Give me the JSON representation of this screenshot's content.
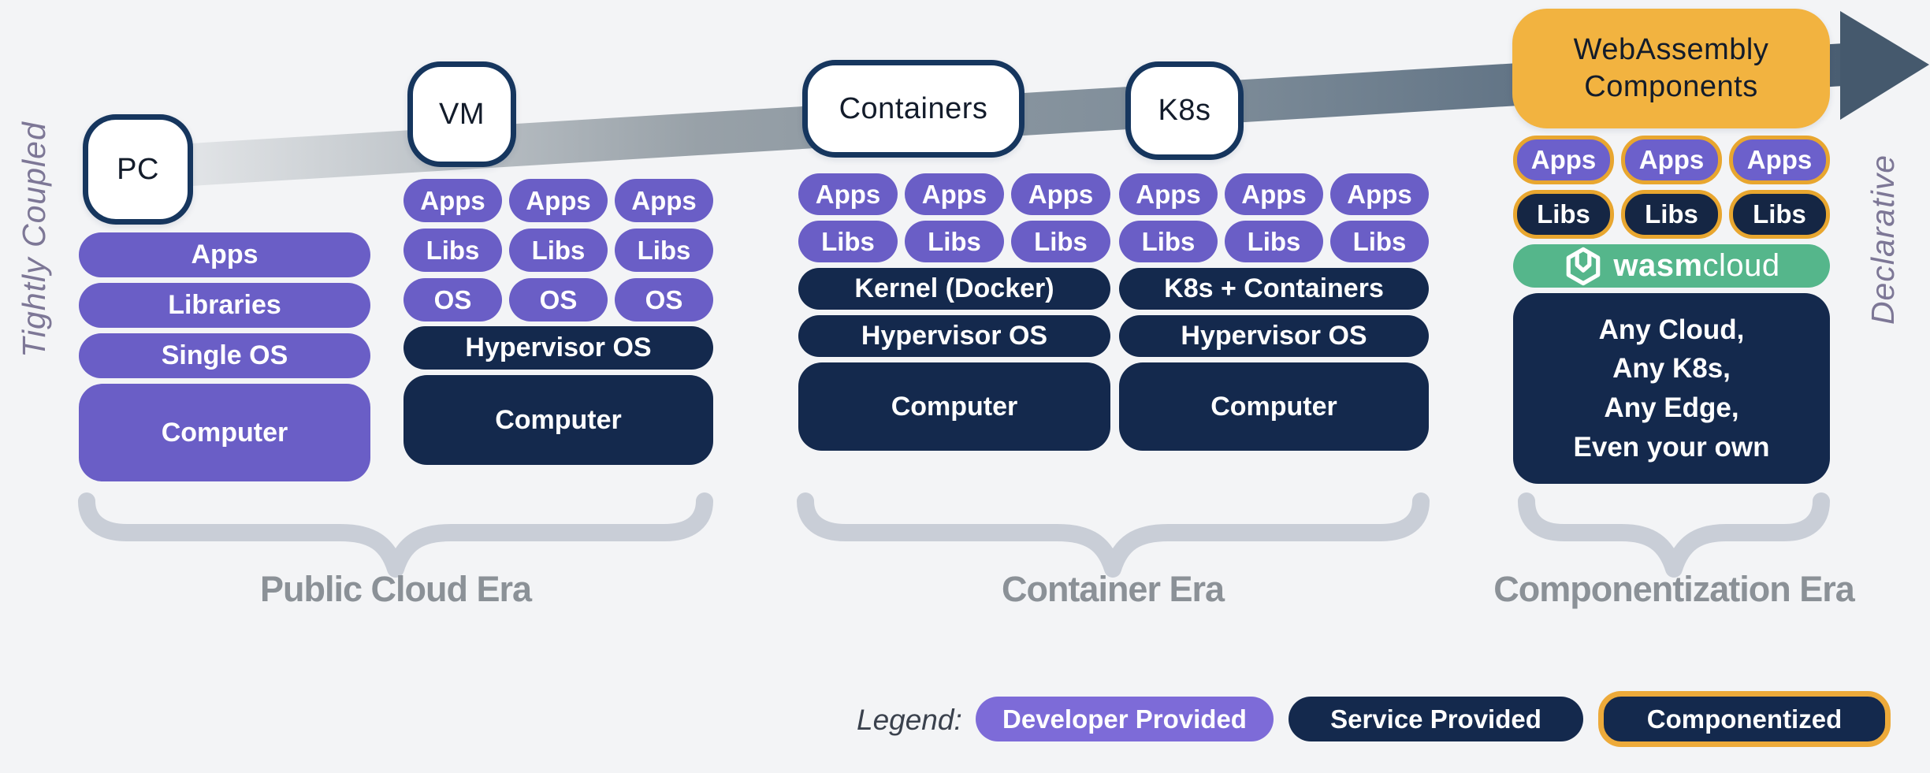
{
  "palette": {
    "background": "#f3f4f6",
    "developer_purple": "#6a5ec6",
    "legend_purple": "#7d6bd8",
    "service_navy": "#14294d",
    "componentized_orange": "#f2b340",
    "orange_border": "#e8a62f",
    "wasmcloud_green": "#55b68b",
    "arrow_dark": "#45596d",
    "brace_gray": "#c9ced7"
  },
  "side_labels": {
    "left": "Tightly Coupled",
    "right": "Declarative"
  },
  "bubbles": {
    "pc": "PC",
    "vm": "VM",
    "containers": "Containers",
    "k8s": "K8s",
    "wasm_line1": "WebAssembly",
    "wasm_line2": "Components"
  },
  "pc_stack": {
    "apps": "Apps",
    "libraries": "Libraries",
    "os": "Single OS",
    "computer": "Computer"
  },
  "vm_stack": {
    "apps": [
      "Apps",
      "Apps",
      "Apps"
    ],
    "libs": [
      "Libs",
      "Libs",
      "Libs"
    ],
    "os": [
      "OS",
      "OS",
      "OS"
    ],
    "hypervisor": "Hypervisor OS",
    "computer": "Computer"
  },
  "containers_stack": {
    "apps": [
      "Apps",
      "Apps",
      "Apps"
    ],
    "libs": [
      "Libs",
      "Libs",
      "Libs"
    ],
    "kernel": "Kernel (Docker)",
    "hypervisor": "Hypervisor OS",
    "computer": "Computer"
  },
  "k8s_stack": {
    "apps": [
      "Apps",
      "Apps",
      "Apps"
    ],
    "libs": [
      "Libs",
      "Libs",
      "Libs"
    ],
    "orchestrator": "K8s + Containers",
    "hypervisor": "Hypervisor OS",
    "computer": "Computer"
  },
  "wasm_stack": {
    "apps": [
      "Apps",
      "Apps",
      "Apps"
    ],
    "libs": [
      "Libs",
      "Libs",
      "Libs"
    ],
    "platform_bold": "wasm",
    "platform_light": "cloud",
    "host_lines": [
      "Any Cloud,",
      "Any K8s,",
      "Any Edge,",
      "Even your own"
    ]
  },
  "eras": {
    "public_cloud": "Public Cloud Era",
    "container": "Container Era",
    "componentization": "Componentization Era"
  },
  "legend": {
    "label": "Legend:",
    "developer": "Developer Provided",
    "service": "Service Provided",
    "componentized": "Componentized"
  }
}
